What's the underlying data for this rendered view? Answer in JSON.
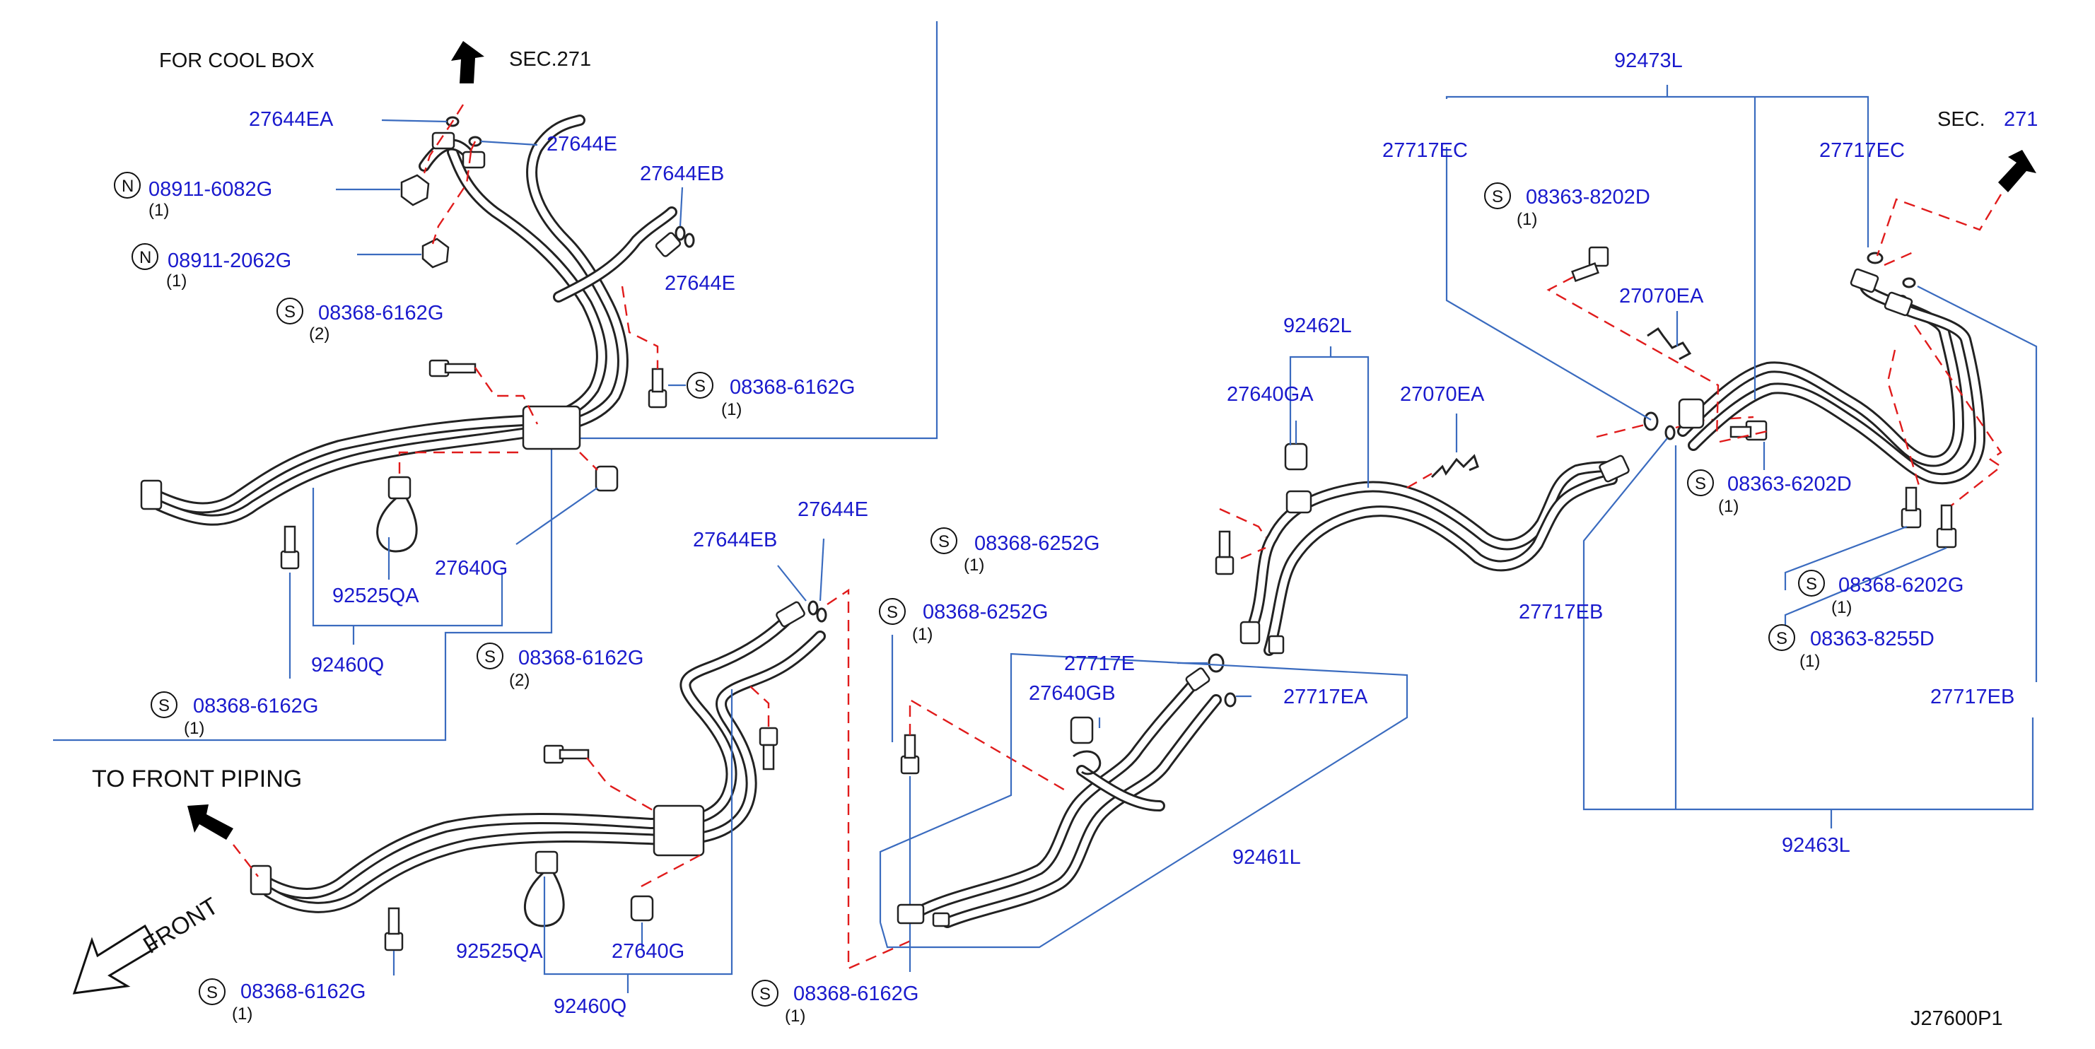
{
  "diagram_code": "J27600P1",
  "notes": {
    "for_cool_box": "FOR  COOL  BOX",
    "sec_271_left": "SEC.271",
    "sec_label_right": "SEC.",
    "sec_271_right": "271",
    "to_front_piping": "TO  FRONT  PIPING",
    "front": "FRONT"
  },
  "colors": {
    "label": "#1a1acd",
    "leader": "#3a6bbf",
    "guide": "#e01b1b",
    "ink": "#222222"
  },
  "labels": {
    "p27644EA": "27644EA",
    "p27644E_a": "27644E",
    "p27644EB_a": "27644EB",
    "p27644E_b": "27644E",
    "p08911_6082G": "08911-6082G",
    "q08911_6082G": "(1)",
    "p08911_2062G": "08911-2062G",
    "q08911_2062G": "(1)",
    "p08368_6162G_a": "08368-6162G",
    "q08368_6162G_a": "(2)",
    "p08368_6162G_b": "08368-6162G",
    "q08368_6162G_b": "(1)",
    "p27640G_a": "27640G",
    "p92525QA_a": "92525QA",
    "p92460Q_a": "92460Q",
    "p08368_6162G_c": "08368-6162G",
    "q08368_6162G_c": "(1)",
    "p27644E_c": "27644E",
    "p27644EB_b": "27644EB",
    "p08368_6252G_a": "08368-6252G",
    "q08368_6252G_a": "(1)",
    "p08368_6252G_b": "08368-6252G",
    "q08368_6252G_b": "(1)",
    "p08368_6162G_d": "08368-6162G",
    "q08368_6162G_d": "(2)",
    "p92525QA_b": "92525QA",
    "p27640G_b": "27640G",
    "p92460Q_b": "92460Q",
    "p08368_6162G_e": "08368-6162G",
    "q08368_6162G_e": "(1)",
    "p08368_6162G_f": "08368-6162G",
    "q08368_6162G_f": "(1)",
    "p92462L": "92462L",
    "p27640GA": "27640GA",
    "p27070EA_a": "27070EA",
    "p27717E": "27717E",
    "p27640GB": "27640GB",
    "p27717EA": "27717EA",
    "p92461L": "92461L",
    "p92473L": "92473L",
    "p27717EC_a": "27717EC",
    "p27717EC_b": "27717EC",
    "p08363_8202D": "08363-8202D",
    "q08363_8202D": "(1)",
    "p27070EA_b": "27070EA",
    "p08363_6202D": "08363-6202D",
    "q08363_6202D": "(1)",
    "p27717EB_a": "27717EB",
    "p08368_6202G": "08368-6202G",
    "q08368_6202G": "(1)",
    "p08363_8255D": "08363-8255D",
    "q08363_8255D": "(1)",
    "p27717EB_b": "27717EB",
    "p92463L": "92463L"
  },
  "prefixes": {
    "n": "N",
    "s": "S"
  }
}
